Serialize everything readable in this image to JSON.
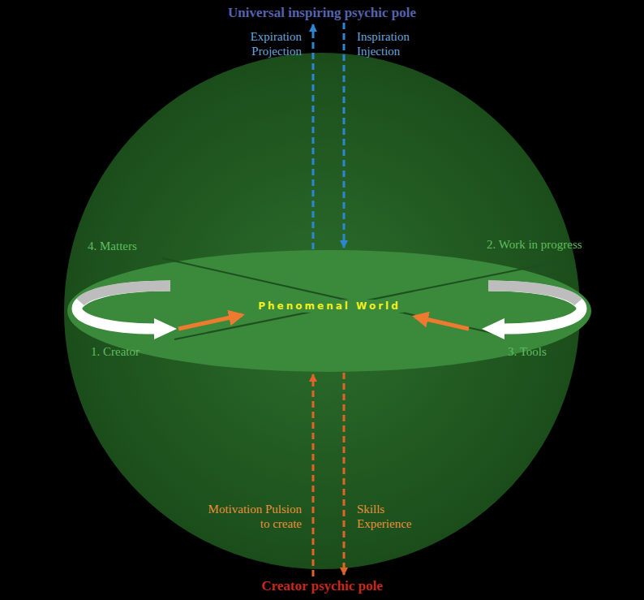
{
  "diagram": {
    "nodes": [
      {
        "text": [
          "Universal inspiring psychic pole"
        ]
      },
      {
        "text": [
          "Phenomenal World"
        ]
      },
      {
        "text": [
          "Creator psychic pole"
        ]
      }
    ],
    "edges": [
      {
        "from": 1,
        "to": 0,
        "arrow": "to",
        "label": "Expiration Projection"
      },
      {
        "from": 0,
        "to": 1,
        "arrow": "to",
        "label": "Inspiration Injection"
      },
      {
        "from": 2,
        "to": 1,
        "arrow": "to",
        "label": "Motivation Pulsion to create"
      },
      {
        "from": 1,
        "to": 2,
        "arrow": "to",
        "label": "Skills Experience"
      }
    ],
    "labels": [
      "4. Matters",
      "2. Work in progress",
      "1. Creator",
      "3. Tools"
    ]
  }
}
